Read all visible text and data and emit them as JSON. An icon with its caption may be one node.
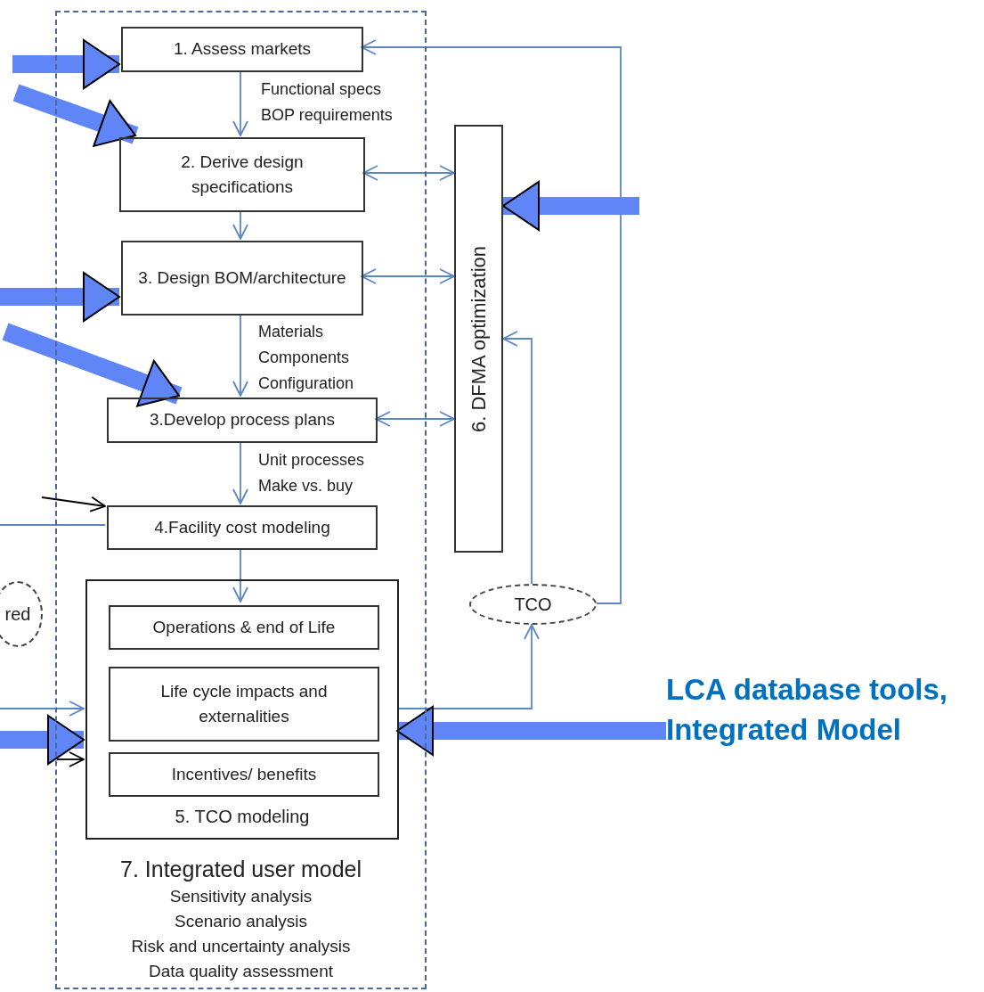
{
  "diagram": {
    "nodes": [
      {
        "text": [
          "7. Integrated user model",
          "Sensitivity analysis",
          "Scenario analysis",
          "Risk and uncertainty analysis",
          "Data quality assessment"
        ]
      },
      {
        "text": [
          "1. Assess markets"
        ],
        "in": 0
      },
      {
        "text": [
          "2. Derive design specifications"
        ],
        "in": 0
      },
      {
        "text": [
          "3. Design BOM/architecture"
        ],
        "in": 0
      },
      {
        "text": [
          "3.Develop process plans"
        ],
        "in": 0
      },
      {
        "text": [
          "4.Facility cost modeling"
        ],
        "in": 0
      },
      {
        "text": [
          "5. TCO modeling"
        ],
        "in": 0
      },
      {
        "text": [
          "Operations & end of Life"
        ],
        "in": 6
      },
      {
        "text": [
          "Life cycle impacts and externalities"
        ],
        "in": 6
      },
      {
        "text": [
          "Incentives/ benefits"
        ],
        "in": 6
      },
      {
        "text": [
          "6. DFMA optimization"
        ]
      },
      {
        "text": [
          "TCO"
        ]
      },
      {
        "text": [
          "red"
        ]
      },
      {
        "text": [
          "LCA database tools, Integrated Model"
        ]
      }
    ],
    "edges": [
      {
        "from": null,
        "to": 1,
        "arrow": "to",
        "style": "thick",
        "color": "#5f85f7"
      },
      {
        "from": null,
        "to": 2,
        "arrow": "to",
        "style": "thick",
        "color": "#5f85f7"
      },
      {
        "from": null,
        "to": 3,
        "arrow": "to",
        "style": "thick",
        "color": "#5f85f7"
      },
      {
        "from": null,
        "to": 4,
        "arrow": "to",
        "style": "thick",
        "color": "#5f85f7"
      },
      {
        "from": 1,
        "to": 2,
        "arrow": "to",
        "label": "Functional specs BOP requirements"
      },
      {
        "from": 2,
        "to": 3,
        "arrow": "to"
      },
      {
        "from": 3,
        "to": 4,
        "arrow": "to",
        "label": "Materials Components Configuration"
      },
      {
        "from": 4,
        "to": 5,
        "arrow": "to",
        "label": "Unit processes Make vs. buy"
      },
      {
        "from": 5,
        "to": 7,
        "arrow": "to"
      },
      {
        "from": 2,
        "to": 10,
        "arrow": "both"
      },
      {
        "from": 3,
        "to": 10,
        "arrow": "both"
      },
      {
        "from": 4,
        "to": 10,
        "arrow": "both"
      },
      {
        "from": 11,
        "to": 10,
        "arrow": "to"
      },
      {
        "from": 11,
        "to": 1,
        "arrow": "to"
      },
      {
        "from": 6,
        "to": 11,
        "arrow": "to"
      },
      {
        "from": null,
        "to": 10,
        "arrow": "to",
        "style": "thick",
        "color": "#5f85f7"
      },
      {
        "from": null,
        "to": 5,
        "arrow": "none"
      },
      {
        "from": null,
        "to": 5,
        "arrow": "to",
        "color": "#000000"
      },
      {
        "from": null,
        "to": 6,
        "arrow": "to"
      },
      {
        "from": null,
        "to": 6,
        "arrow": "to",
        "style": "thick",
        "color": "#5f85f7"
      },
      {
        "from": null,
        "to": 6,
        "arrow": "to",
        "color": "#000000"
      },
      {
        "from": 13,
        "to": 6,
        "arrow": "to",
        "style": "thick",
        "color": "#5f85f7"
      }
    ]
  }
}
